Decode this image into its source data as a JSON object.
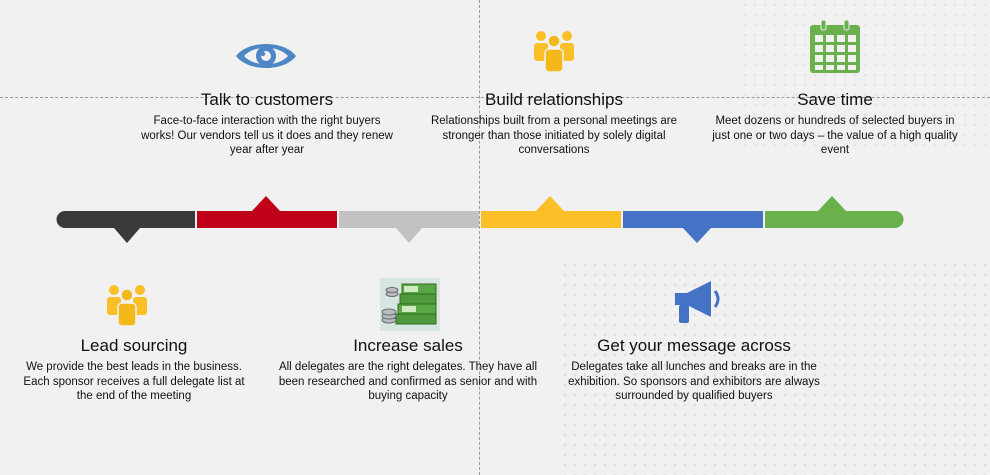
{
  "colors": {
    "dark": "#3a3a3a",
    "red": "#c00019",
    "gray": "#c2c2c2",
    "yellow": "#fbbf28",
    "blue": "#4472c4",
    "green": "#6ab04c"
  },
  "top": [
    {
      "title": "Talk to customers",
      "desc": "Face-to-face interaction with the right buyers works! Our vendors tell us it does and they renew year after year",
      "icon": "eye-icon"
    },
    {
      "title": "Build relationships",
      "desc": "Relationships built from a personal meetings are stronger than those initiated by solely digital conversations",
      "icon": "people-icon"
    },
    {
      "title": "Save time",
      "desc": "Meet dozens or hundreds of selected buyers in just one or two days – the value of a high quality event",
      "icon": "calendar-icon"
    }
  ],
  "bottom": [
    {
      "title": "Lead sourcing",
      "desc": "We provide the best leads in the business. Each sponsor receives a full delegate list at the end of the meeting",
      "icon": "people-icon"
    },
    {
      "title": "Increase sales",
      "desc": "All delegates are the right delegates. They have all been researched and confirmed as senior and with buying capacity",
      "icon": "money-icon"
    },
    {
      "title": "Get your message across",
      "desc": "Delegates take all lunches and breaks are in the exhibition. So sponsors and exhibitors are always surrounded by qualified buyers",
      "icon": "megaphone-icon"
    }
  ]
}
